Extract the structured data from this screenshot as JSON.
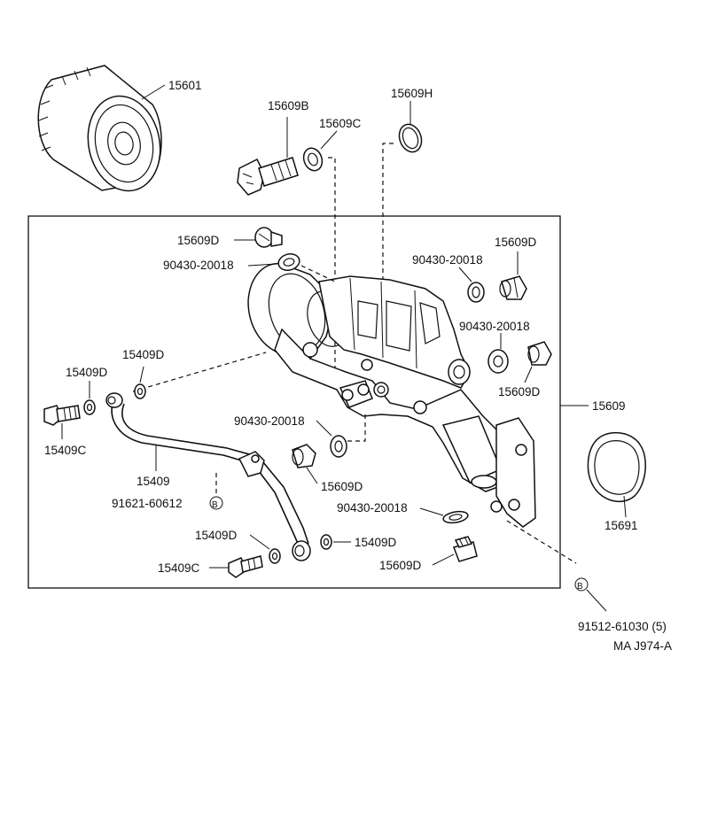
{
  "diagram": {
    "labels": {
      "filter": "15601",
      "union_bolt": "15609B",
      "gasket_top": "15609C",
      "o_ring_top": "15609H",
      "plug_top_left": "15609D",
      "gasket_top_left": "90430-20018",
      "gasket_top_right": "90430-20018",
      "plug_top_right": "15609D",
      "gasket_mid_right": "90430-20018",
      "plug_mid_right": "15609D",
      "bracket_assy": "15609",
      "gasket_center": "90430-20018",
      "plug_center": "15609D",
      "gasket_bottom": "90430-20018",
      "plug_bottom": "15609D",
      "pipe_washer_a": "15409D",
      "pipe_washer_b": "15409D",
      "pipe_bolt_top": "15409C",
      "pipe": "15409",
      "clamp_bolt": "91621-60612",
      "pipe_washer_c": "15409D",
      "pipe_washer_d": "15409D",
      "pipe_bolt_bottom": "15409C",
      "seal": "15691",
      "mount_bolt": "91512-61030 (5)",
      "ref_code": "MA J974-A"
    },
    "callouts": {
      "b_marker": "B"
    }
  }
}
